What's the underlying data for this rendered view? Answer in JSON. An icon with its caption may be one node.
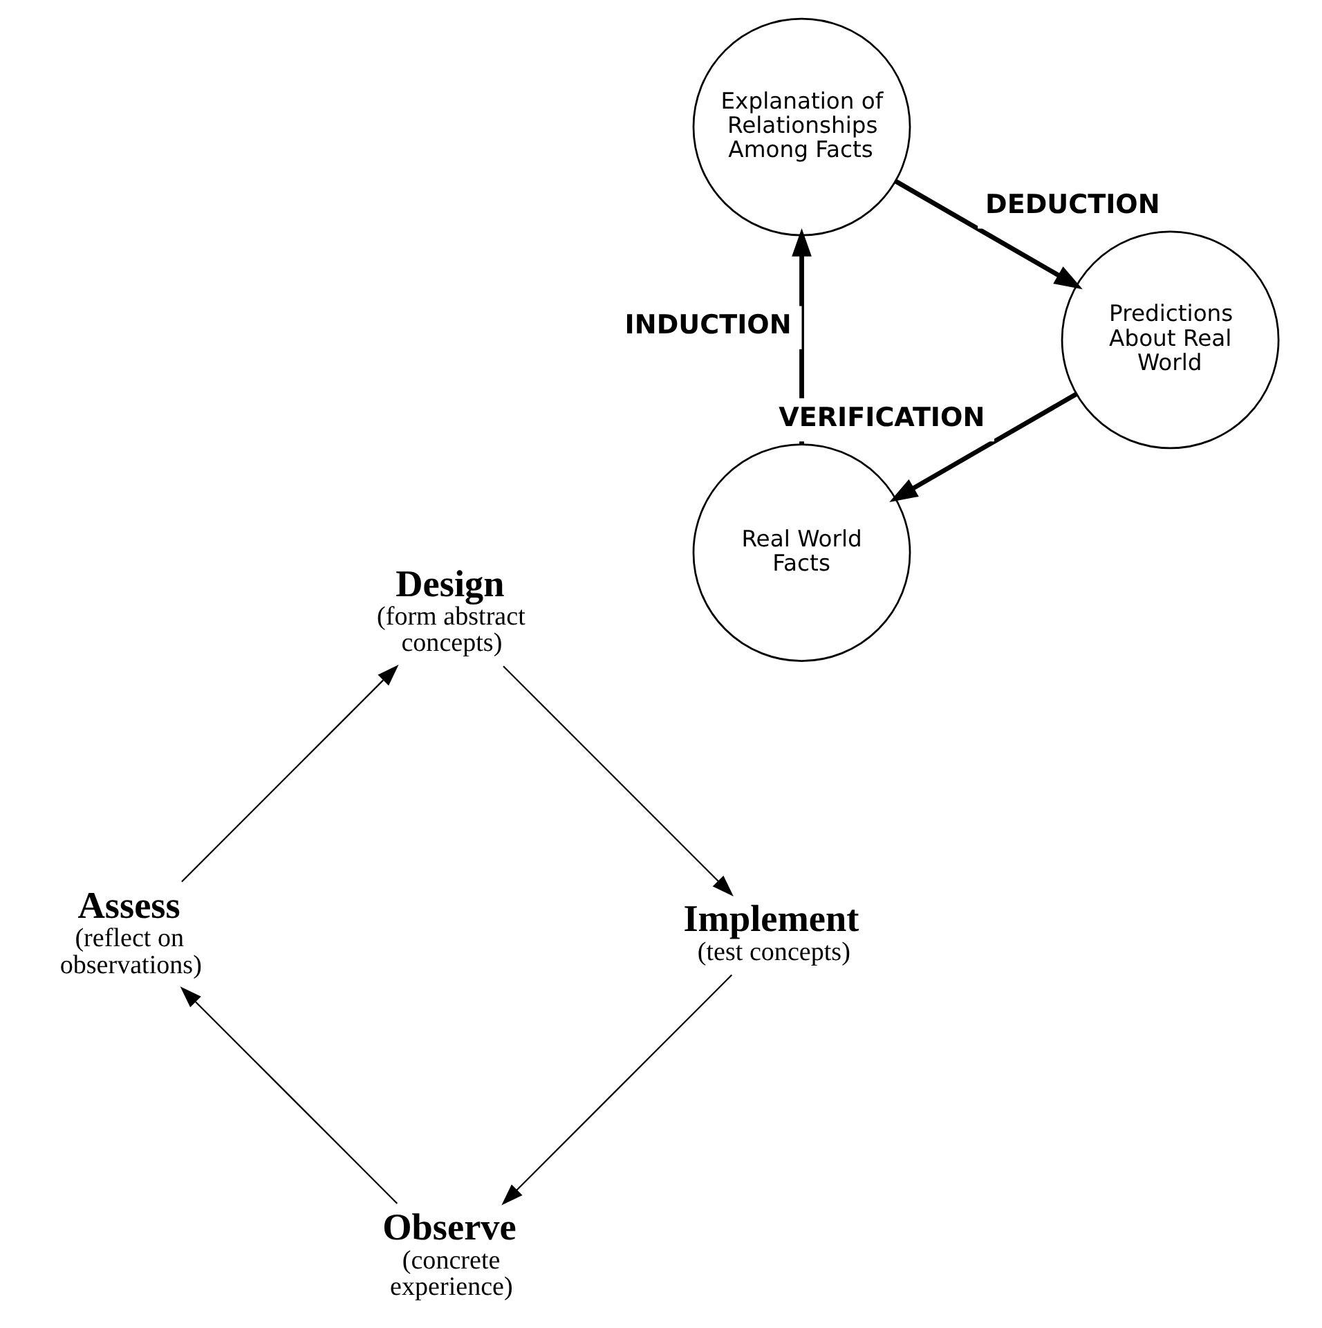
{
  "diagram": {
    "nodes": [
      {
        "text": [
          "Observe",
          "(concrete experience)"
        ]
      },
      {
        "text": [
          "Assess",
          "(reflect on observations)"
        ]
      },
      {
        "text": [
          "Design",
          "(form abstract concepts)"
        ]
      },
      {
        "text": [
          "Implement",
          "(test concepts)"
        ]
      },
      {
        "text": [
          "Real World Facts"
        ]
      },
      {
        "text": [
          "Explanation of Relationships Among Facts"
        ]
      },
      {
        "text": [
          "Predictions About Real World"
        ]
      }
    ],
    "edges": [
      {
        "from": 0,
        "to": 1,
        "arrow": "to"
      },
      {
        "from": 1,
        "to": 2,
        "arrow": "to"
      },
      {
        "from": 2,
        "to": 3,
        "arrow": "to"
      },
      {
        "from": 3,
        "to": 0,
        "arrow": "to"
      },
      {
        "from": 4,
        "to": 5,
        "arrow": "to",
        "label": "INDUCTION",
        "style": "thick"
      },
      {
        "from": 5,
        "to": 6,
        "arrow": "to",
        "label": "DEDUCTION",
        "style": "thick"
      },
      {
        "from": 6,
        "to": 4,
        "arrow": "to",
        "label": "VERIFICATION",
        "style": "thick"
      }
    ]
  }
}
